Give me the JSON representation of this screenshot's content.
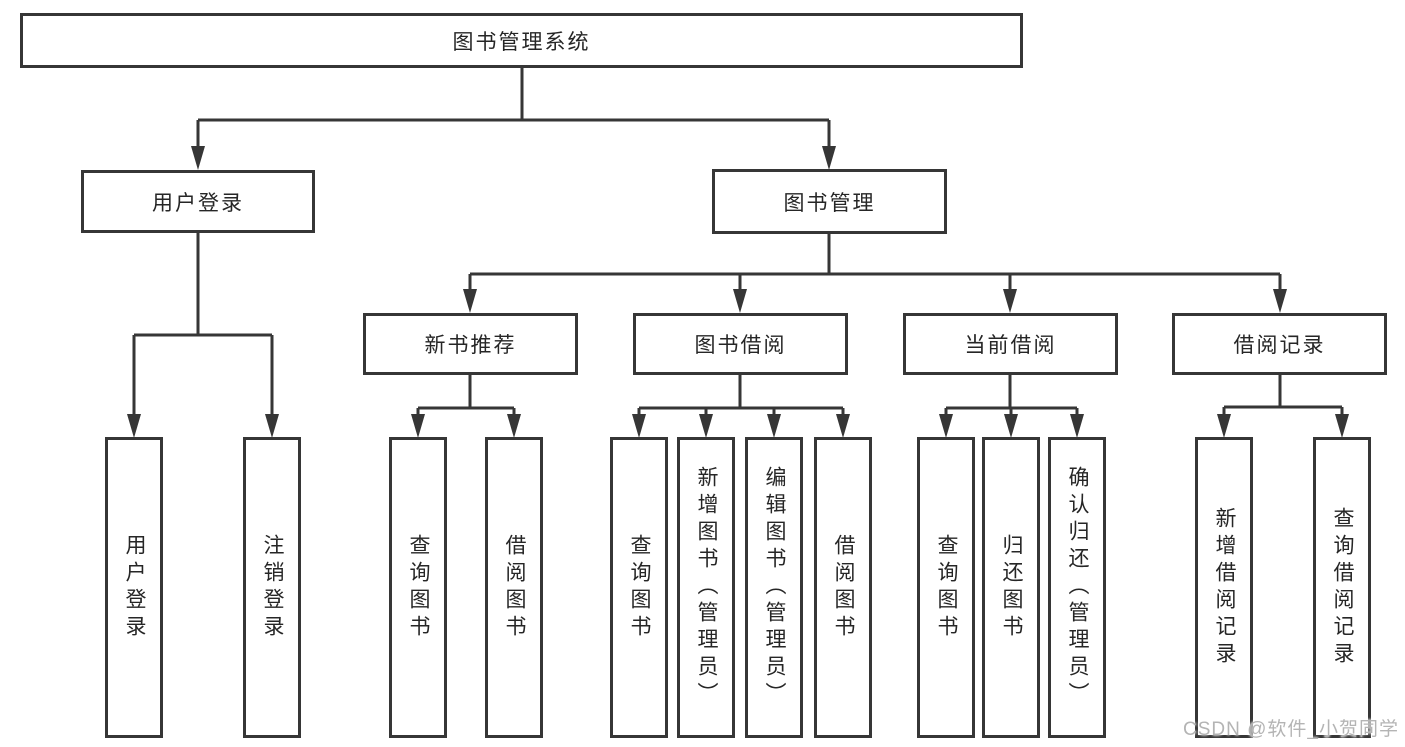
{
  "diagram": {
    "root": {
      "label": "图书管理系统"
    },
    "branches": [
      {
        "label": "用户登录",
        "children": [
          {
            "label": "用户登录"
          },
          {
            "label": "注销登录"
          }
        ]
      },
      {
        "label": "图书管理",
        "children": [
          {
            "label": "新书推荐",
            "children": [
              {
                "label": "查询图书"
              },
              {
                "label": "借阅图书"
              }
            ]
          },
          {
            "label": "图书借阅",
            "children": [
              {
                "label": "查询图书"
              },
              {
                "label": "新增图书（管理员）"
              },
              {
                "label": "编辑图书（管理员）"
              },
              {
                "label": "借阅图书"
              }
            ]
          },
          {
            "label": "当前借阅",
            "children": [
              {
                "label": "查询图书"
              },
              {
                "label": "归还图书"
              },
              {
                "label": "确认归还（管理员）"
              }
            ]
          },
          {
            "label": "借阅记录",
            "children": [
              {
                "label": "新增借阅记录"
              },
              {
                "label": "查询借阅记录"
              }
            ]
          }
        ]
      }
    ]
  },
  "watermark": {
    "text": "CSDN @软件_小贺同学"
  },
  "colors": {
    "line": "#363636",
    "border": "#363636",
    "text": "#262626",
    "watermark": "#b4b4b4",
    "background": "#ffffff"
  }
}
